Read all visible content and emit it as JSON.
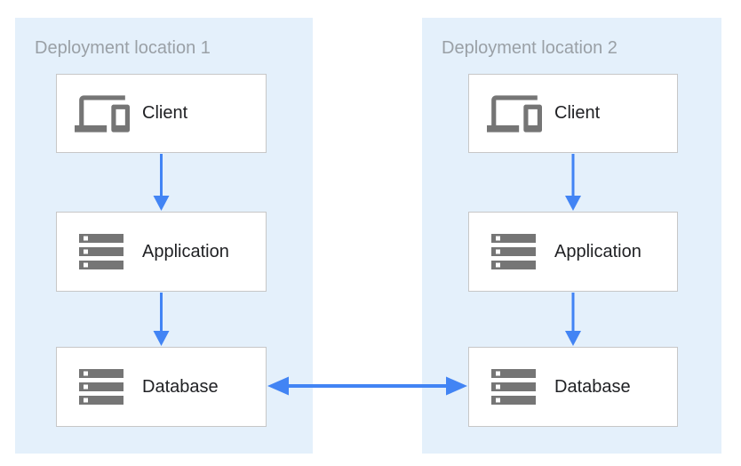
{
  "diagram": {
    "type": "architecture-diagram",
    "zones": [
      {
        "title": "Deployment location 1",
        "nodes": [
          {
            "label": "Client",
            "icon": "devices-icon"
          },
          {
            "label": "Application",
            "icon": "storage-icon"
          },
          {
            "label": "Database",
            "icon": "storage-icon"
          }
        ]
      },
      {
        "title": "Deployment location 2",
        "nodes": [
          {
            "label": "Client",
            "icon": "devices-icon"
          },
          {
            "label": "Application",
            "icon": "storage-icon"
          },
          {
            "label": "Database",
            "icon": "storage-icon"
          }
        ]
      }
    ],
    "connections": [
      {
        "from": "deployment-location-1.client",
        "to": "deployment-location-1.application",
        "direction": "down"
      },
      {
        "from": "deployment-location-1.application",
        "to": "deployment-location-1.database",
        "direction": "down"
      },
      {
        "from": "deployment-location-2.client",
        "to": "deployment-location-2.application",
        "direction": "down"
      },
      {
        "from": "deployment-location-2.application",
        "to": "deployment-location-2.database",
        "direction": "down"
      },
      {
        "from": "deployment-location-1.database",
        "to": "deployment-location-2.database",
        "direction": "bidirectional"
      }
    ],
    "colors": {
      "zone_bg": "#E4F0FB",
      "arrow": "#4284F4",
      "icon": "#757575",
      "node_border": "#C7C7C7",
      "node_bg": "#FFFFFF",
      "title": "#9AA0A6",
      "label": "#202124"
    }
  }
}
